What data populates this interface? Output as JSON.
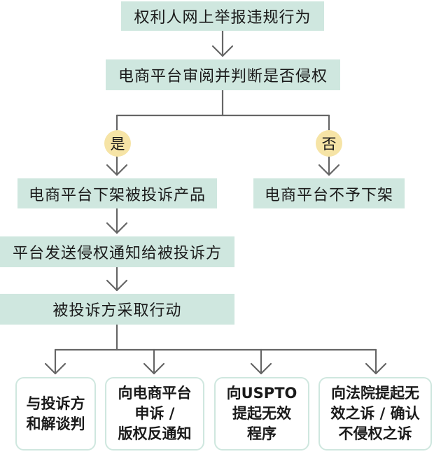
{
  "nodes": {
    "report": "权利人网上举报违规行为",
    "review": "电商平台审阅并判断是否侵权",
    "yes": "是",
    "no": "否",
    "remove": "电商平台下架被投诉产品",
    "no_remove": "电商平台不予下架",
    "notify": "平台发送侵权通知给被投诉方",
    "action": "被投诉方采取行动"
  },
  "options": [
    {
      "lines": [
        "与投诉方",
        "和解谈判"
      ]
    },
    {
      "lines": [
        "向电商平台",
        "申诉 /",
        "版权反通知"
      ]
    },
    {
      "lines": [
        "向USPTO",
        "提起无效",
        "程序"
      ]
    },
    {
      "lines": [
        "向法院提起无",
        "效之诉 / 确认",
        "不侵权之诉"
      ]
    }
  ],
  "colors": {
    "box_fill": "#cfe7df",
    "badge_fill": "#f6e4a6",
    "line": "#666666"
  }
}
